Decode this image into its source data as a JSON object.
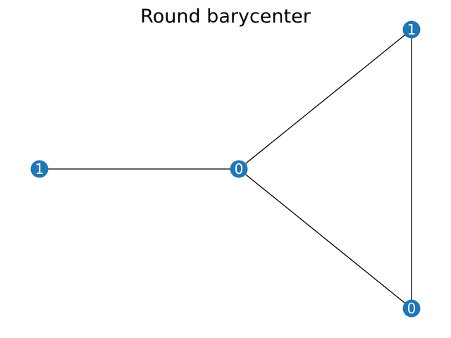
{
  "title": "Round barycenter",
  "colors": {
    "node": "#1f77b4",
    "edge": "#000000",
    "label": "#ffffff",
    "background": "#ffffff"
  },
  "graph": {
    "nodes": [
      {
        "id": "n0",
        "label": "1"
      },
      {
        "id": "n1",
        "label": "0"
      },
      {
        "id": "n2",
        "label": "1"
      },
      {
        "id": "n3",
        "label": "0"
      }
    ],
    "edges": [
      {
        "from": "n0",
        "to": "n1"
      },
      {
        "from": "n1",
        "to": "n2"
      },
      {
        "from": "n1",
        "to": "n3"
      },
      {
        "from": "n2",
        "to": "n3"
      }
    ]
  }
}
